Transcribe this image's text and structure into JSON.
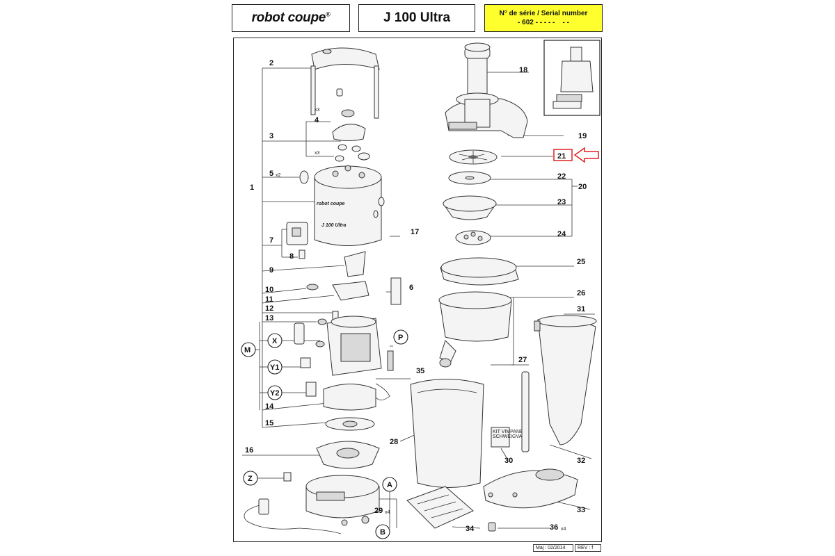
{
  "header": {
    "brand_name": "robot coupe",
    "brand_registered": "®",
    "model": "J 100 Ultra",
    "serial_label": "N° de série / Serial number",
    "serial_value": "- 602 - - - - -    - -"
  },
  "diagram": {
    "part_labels": [
      "1",
      "2",
      "3",
      "4",
      "5",
      "6",
      "7",
      "8",
      "9",
      "10",
      "11",
      "12",
      "13",
      "14",
      "15",
      "16",
      "17",
      "18",
      "19",
      "20",
      "21",
      "22",
      "23",
      "24",
      "25",
      "26",
      "27",
      "28",
      "29",
      "30",
      "31",
      "32",
      "33",
      "34",
      "35",
      "36"
    ],
    "circle_labels": [
      "M",
      "X",
      "Y1",
      "Y2",
      "Z",
      "P",
      "A",
      "B"
    ],
    "quantity_notes": [
      "x3",
      "x3",
      "x2",
      "x4",
      "x4"
    ],
    "highlighted_part": "21",
    "body_print_brand": "robot coupe",
    "body_print_model": "J 100 Ultra",
    "card_text": [
      "KIT VIMPANE",
      "SCHWEIGVATT"
    ]
  },
  "footer": {
    "date": "Maj : 02/2014",
    "revision": "REV : f"
  },
  "colors": {
    "serial_background": "#ffff2e",
    "highlight_red": "#e02020"
  }
}
